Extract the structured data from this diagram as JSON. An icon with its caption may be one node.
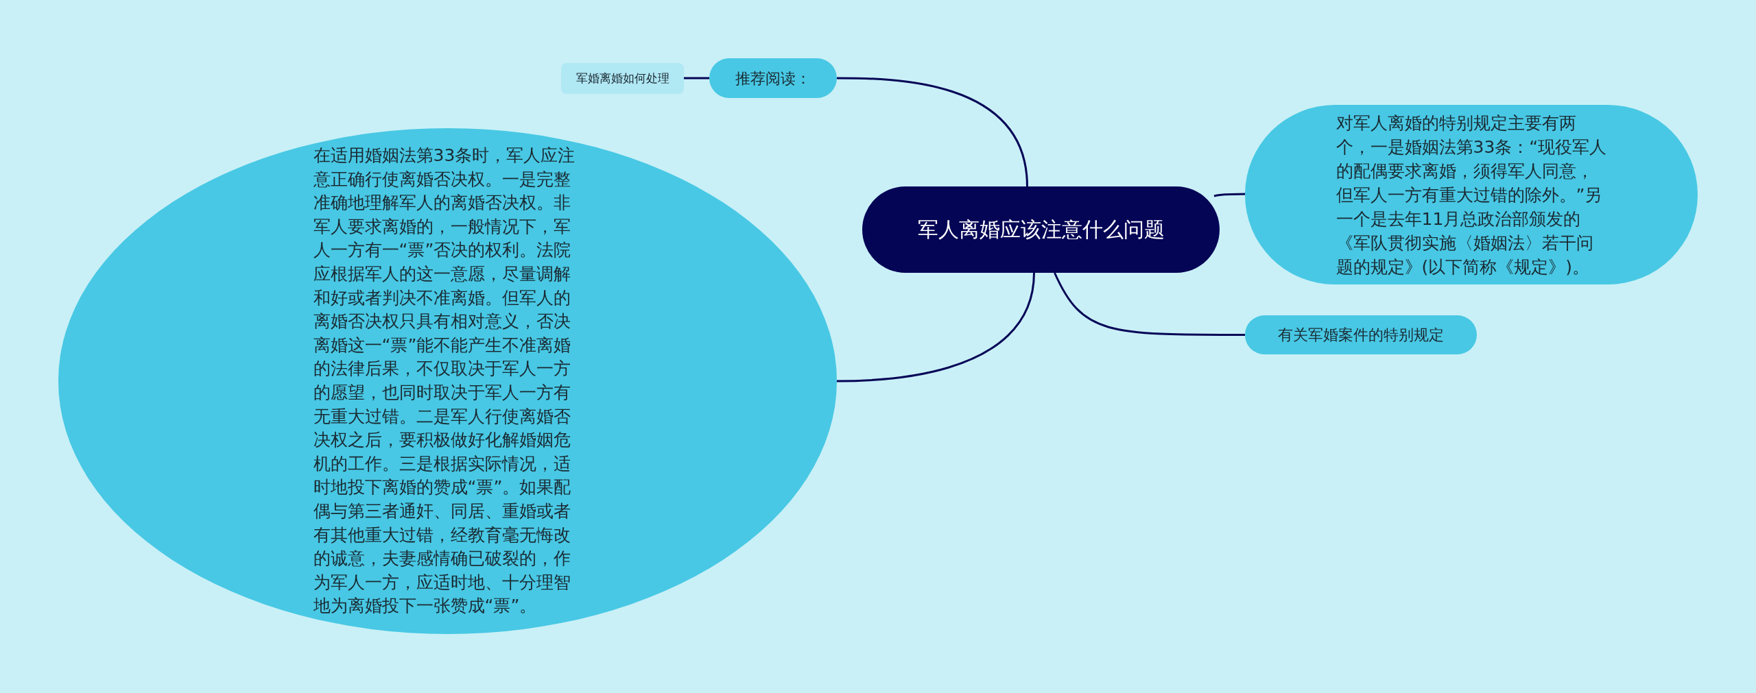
{
  "diagram": {
    "nodes": [
      {
        "text": [
          "军人离婚应该注意什么问题"
        ]
      },
      {
        "text": [
          "推荐阅读："
        ]
      },
      {
        "text": [
          "军婚离婚如何处理"
        ]
      },
      {
        "text": [
          "在适用婚姻法第33条时，军人应注意正确行使离婚否决权。一是完整准确地理解军人的离婚否决权。非军人要求离婚的，一般情况下，军人一方有一“票”否决的权利。法院应根据军人的这一意愿，尽量调解和好或者判决不准离婚。但军人的离婚否决权只具有相对意义，否决离婚这一“票”能不能产生不准离婚的法律后果，不仅取决于军人一方的愿望，也同时取决于军人一方有无重大过错。二是军人行使离婚否决权之后，要积极做好化解婚姻危机的工作。三是根据实际情况，适时地投下离婚的赞成“票”。如果配偶与第三者通奸、同居、重婚或者有其他重大过错，经教育毫无悔改的诚意，夫妻感情确已破裂的，作为军人一方，应适时地、十分理智地为离婚投下一张赞成“票”。"
        ]
      },
      {
        "text": [
          "对军人离婚的特别规定主要有两个，一是婚姻法第33条：“现役军人的配偶要求离婚，须得军人同意，但军人一方有重大过错的除外。”另一个是去年11月总政治部颁发的《军队贯彻实施〈婚姻法〉若干问题的规定》(以下简称《规定》)。"
        ]
      },
      {
        "text": [
          "有关军婚案件的特别规定"
        ]
      }
    ],
    "edges": [
      {
        "from": 0,
        "to": 1,
        "arrow": "none"
      },
      {
        "from": 1,
        "to": 2,
        "arrow": "none"
      },
      {
        "from": 0,
        "to": 3,
        "arrow": "none"
      },
      {
        "from": 0,
        "to": 4,
        "arrow": "none"
      },
      {
        "from": 0,
        "to": 5,
        "arrow": "none"
      }
    ]
  }
}
